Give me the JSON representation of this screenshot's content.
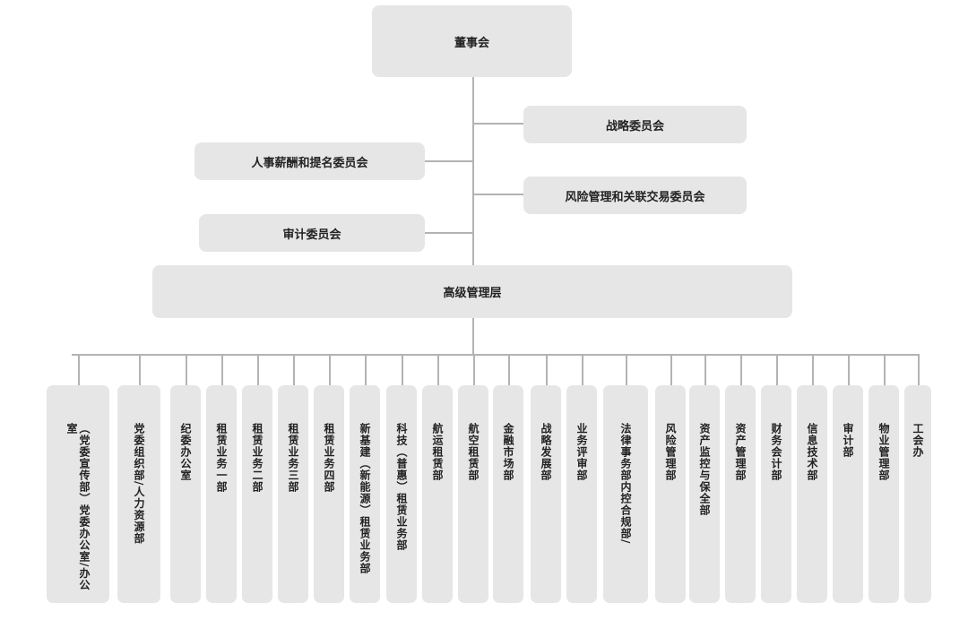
{
  "board": "董事会",
  "committees": {
    "strategy": "战略委员会",
    "nomination": "人事薪酬和提名委员会",
    "risk": "风险管理和关联交易委员会",
    "audit": "审计委员会"
  },
  "management": "高级管理层",
  "departments": [
    "（党委宣传部）党委办公室/办公室",
    "党委组织部/人力资源部",
    "纪委办公室",
    "租赁业务一部",
    "租赁业务二部",
    "租赁业务三部",
    "租赁业务四部",
    "新基建（新能源）租赁业务部",
    "科技（普惠）租赁业务部",
    "航运租赁部",
    "航空租赁部",
    "金融市场部",
    "战略发展部",
    "业务评审部",
    "法律事务部内控合规部/",
    "风险管理部",
    "资产监控与保全部",
    "资产管理部",
    "财务会计部",
    "信息技术部",
    "审计部",
    "物业管理部",
    "工会办"
  ]
}
